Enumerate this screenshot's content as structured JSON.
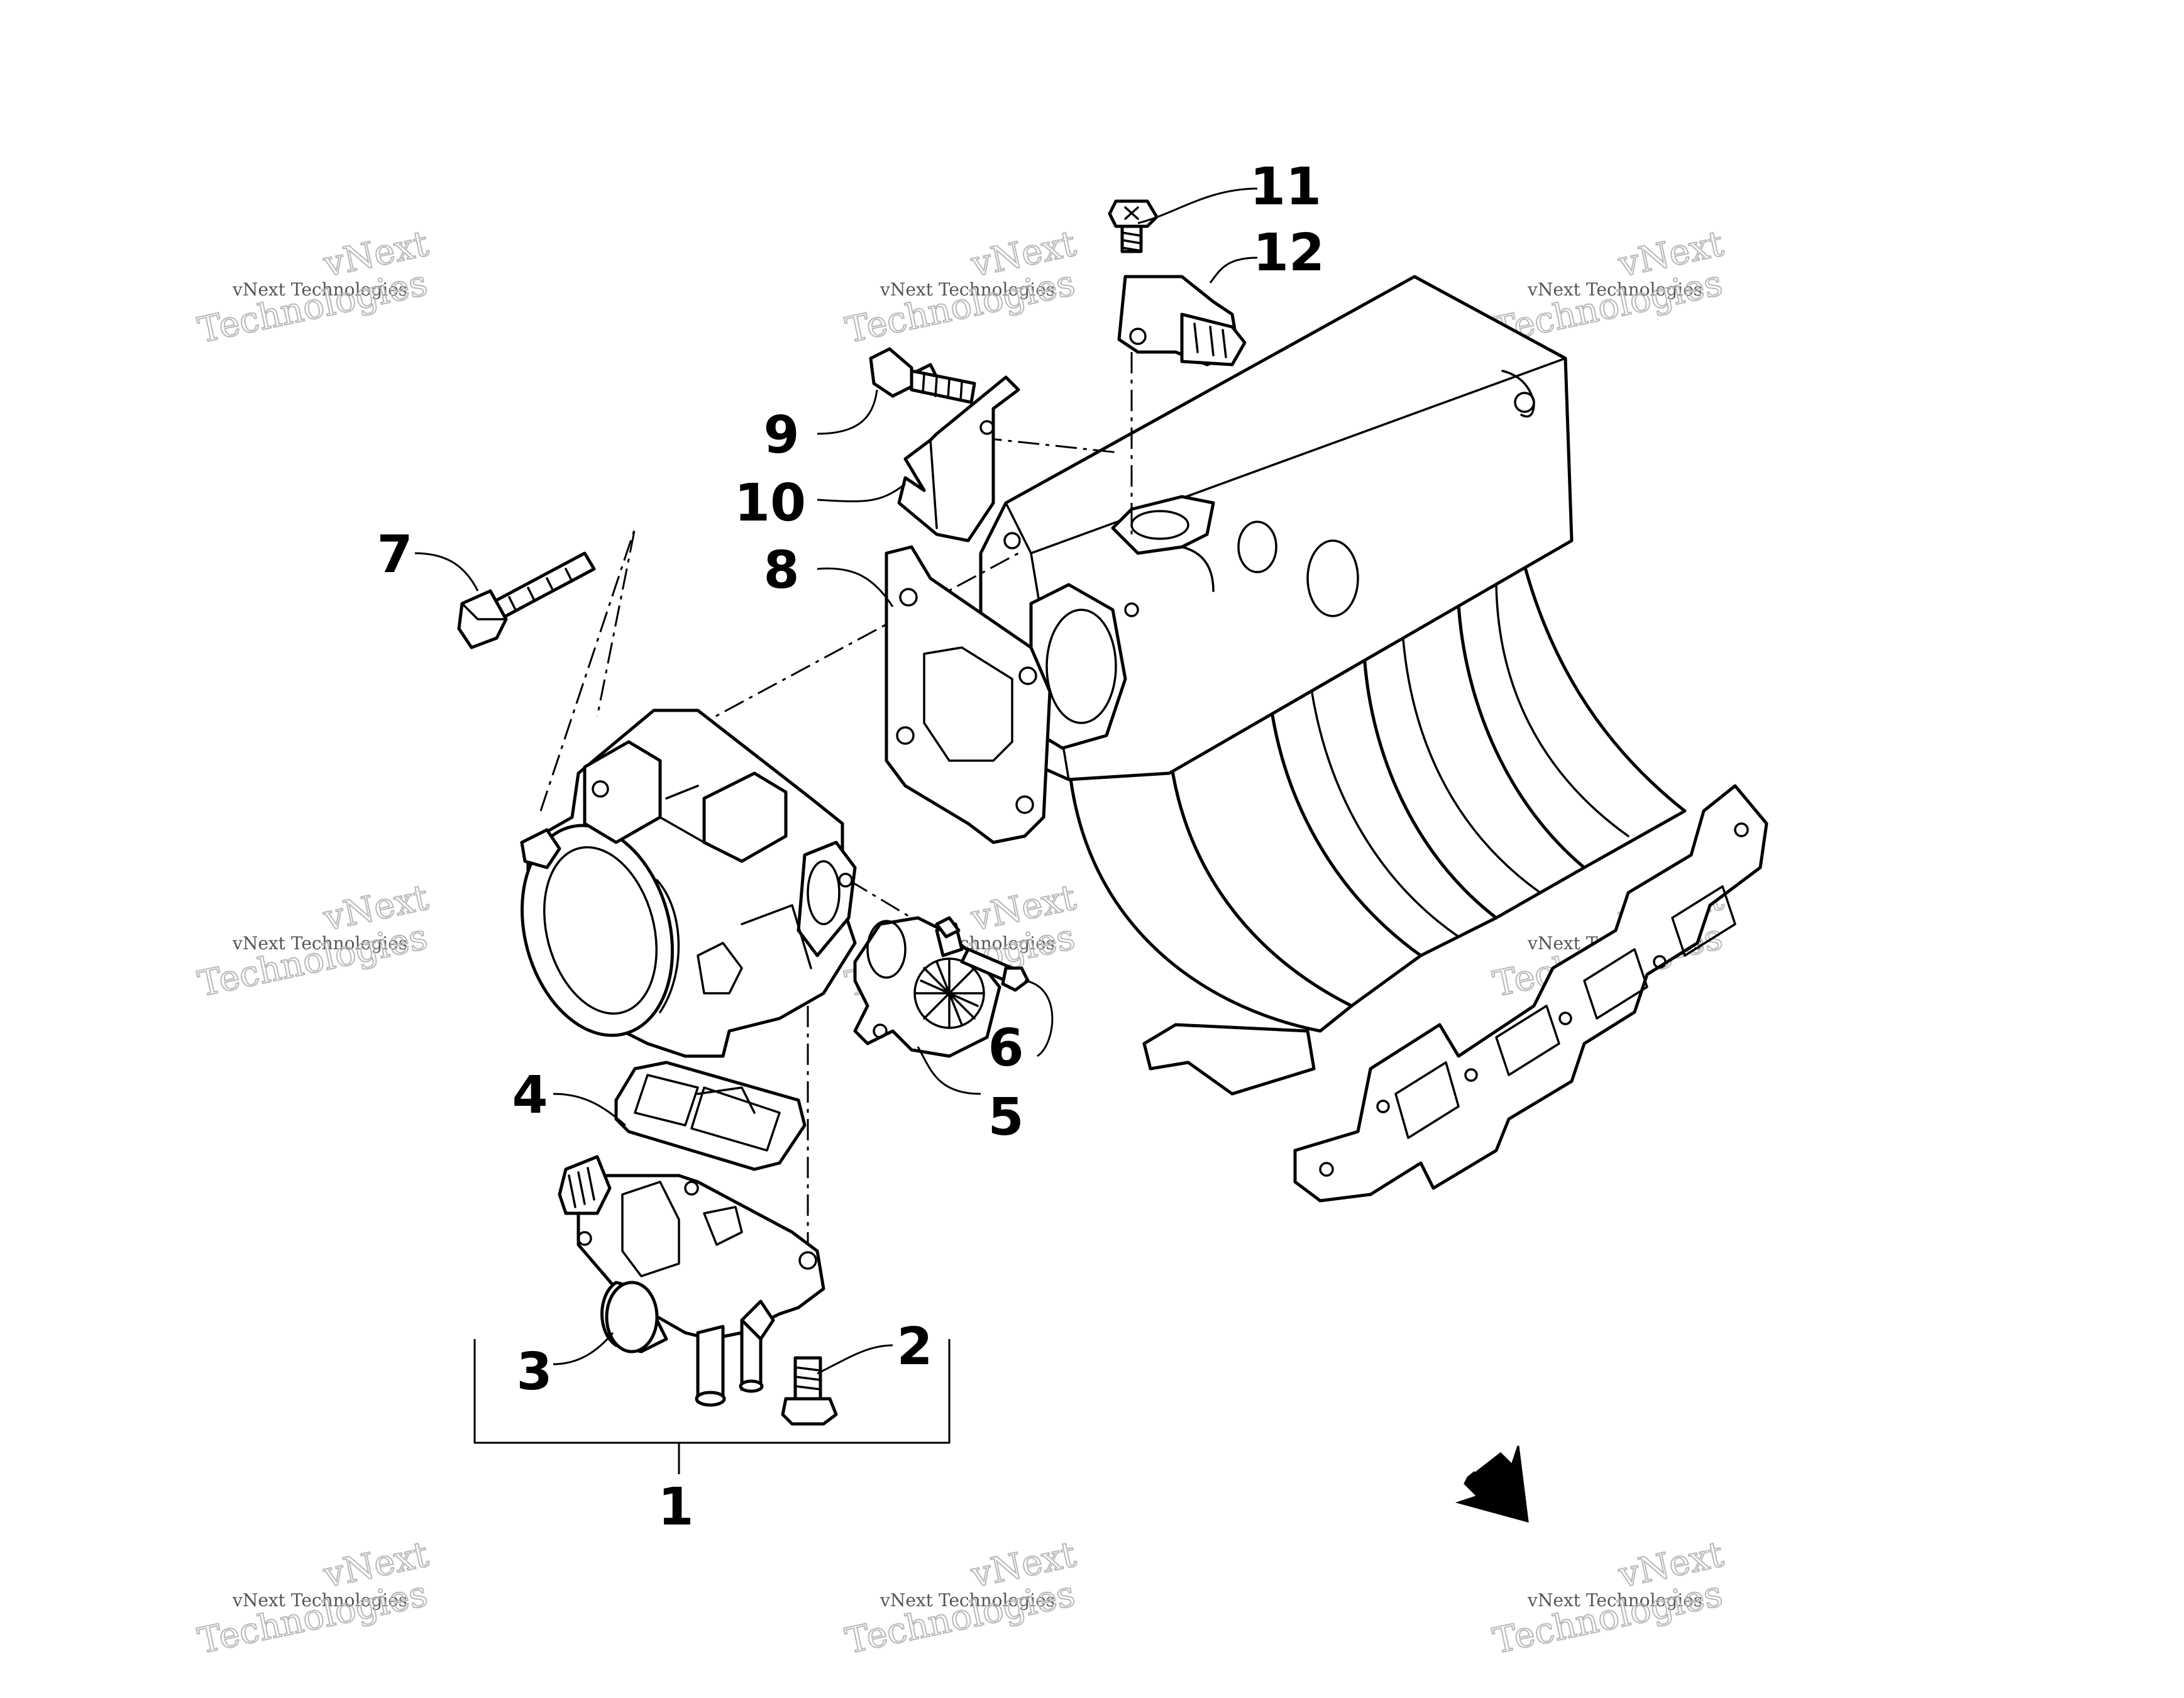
{
  "watermark": {
    "line1": "vNext Technologies",
    "line2a": "vNext",
    "line2b": "Technologies"
  },
  "callouts": [
    "1",
    "2",
    "3",
    "4",
    "5",
    "6",
    "7",
    "8",
    "9",
    "10",
    "11",
    "12"
  ],
  "colors": {
    "ink": "#000000",
    "paper": "#ffffff",
    "watermark": "#b8b8b8"
  },
  "icons": {
    "direction": "direction-arrow-icon"
  }
}
